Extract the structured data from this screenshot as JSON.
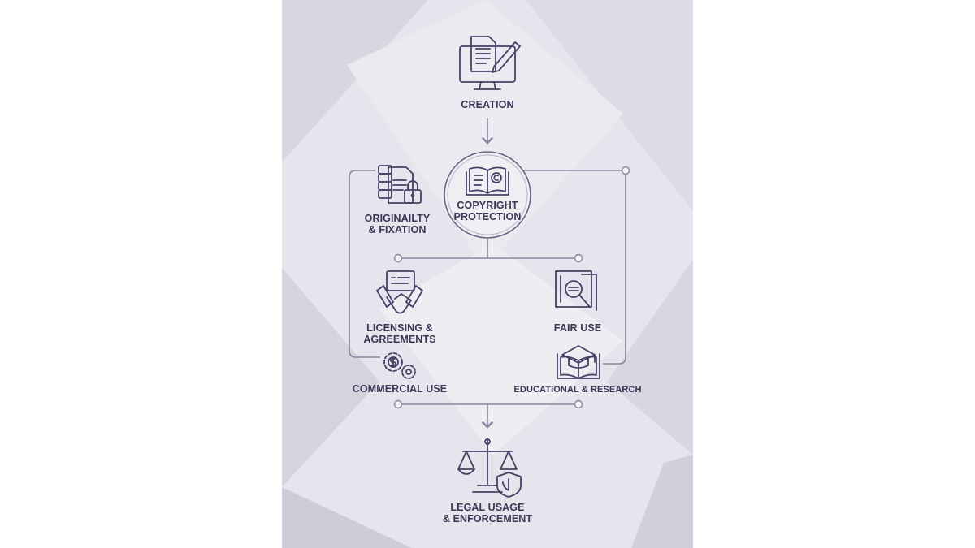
{
  "colors": {
    "background": "#e6e4ec",
    "text": "#3e3556",
    "line": "#8b84a0",
    "icon": "#4a3f66"
  },
  "nodes": {
    "creation": {
      "label": "CREATION",
      "icon": "monitor-document-pencil-icon"
    },
    "copyright": {
      "line1": "COPYRIGHT",
      "line2": "PROTECTION",
      "icon": "book-copyright-icon"
    },
    "originality": {
      "line1": "ORIGINAILTY",
      "line2": "& FIXATION",
      "icon": "document-stack-lock-icon"
    },
    "licensing": {
      "line1": "LICENSING &",
      "line2": "AGREEMENTS",
      "icon": "handshake-contract-icon"
    },
    "fair_use": {
      "label": "FAIR USE",
      "icon": "document-magnifier-icon"
    },
    "commercial": {
      "label": "COMMERCIAL USE",
      "icon": "gears-dollar-icon"
    },
    "educational": {
      "label": "EDUCATIONAL & RESEARCH",
      "icon": "book-graduation-cap-icon"
    },
    "legal": {
      "line1": "LEGAL USAGE",
      "line2": "& ENFORCEMENT",
      "icon": "scales-shield-icon"
    }
  }
}
